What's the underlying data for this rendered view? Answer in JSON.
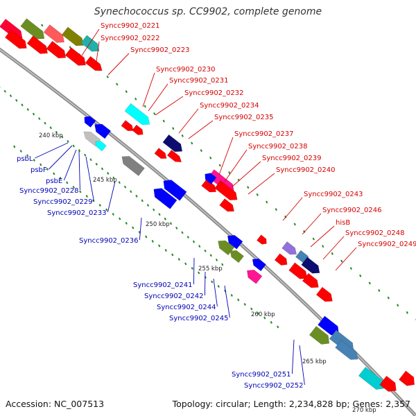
{
  "title": "Synechococcus sp. CC9902, complete genome",
  "footer": {
    "accession": "Accession: NC_007513",
    "topology": "Topology: circular; Length: 2,234,828 bp; Genes: 2,357"
  },
  "colors": {
    "forward_label": "#d40000",
    "reverse_label": "#0000b4",
    "backbone": "#8c8c8c",
    "tick": "#228b22"
  },
  "scale_labels": [
    "240 kbp",
    "245 kbp",
    "250 kbp",
    "255 kbp",
    "260 kbp",
    "265 kbp",
    "270 kbp"
  ],
  "forward_genes": [
    "Syncc9902_0221",
    "Syncc9902_0222",
    "Syncc9902_0223",
    "Syncc9902_0230",
    "Syncc9902_0231",
    "Syncc9902_0232",
    "Syncc9902_0234",
    "Syncc9902_0235",
    "Syncc9902_0237",
    "Syncc9902_0238",
    "Syncc9902_0239",
    "Syncc9902_0240",
    "Syncc9902_0243",
    "Syncc9902_0246",
    "hisB",
    "Syncc9902_0248",
    "Syncc9902_0249"
  ],
  "reverse_genes": [
    "psbL",
    "psbF",
    "psbE",
    "Syncc9902_0228",
    "Syncc9902_0229",
    "Syncc9902_0233",
    "Syncc9902_0236",
    "Syncc9902_0241",
    "Syncc9902_0242",
    "Syncc9902_0244",
    "Syncc9902_0245",
    "Syncc9902_0251",
    "Syncc9902_0252"
  ]
}
